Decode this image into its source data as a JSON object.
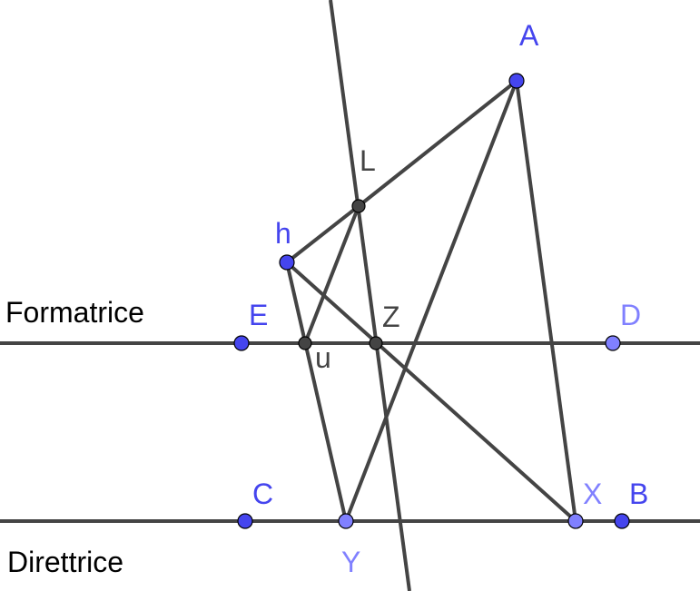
{
  "colors": {
    "free_point": "#4545ee",
    "point_on_object": "#8080ff",
    "intersection_point": "#444444",
    "line": "#444444",
    "line_label": "#000000"
  },
  "lines": {
    "formatrice": "Formatrice",
    "direttrice": "Direttrice"
  },
  "points": {
    "A": "A",
    "L": "L",
    "h": "h",
    "E": "E",
    "u": "u",
    "Z": "Z",
    "D": "D",
    "C": "C",
    "Y": "Y",
    "X": "X",
    "B": "B"
  }
}
